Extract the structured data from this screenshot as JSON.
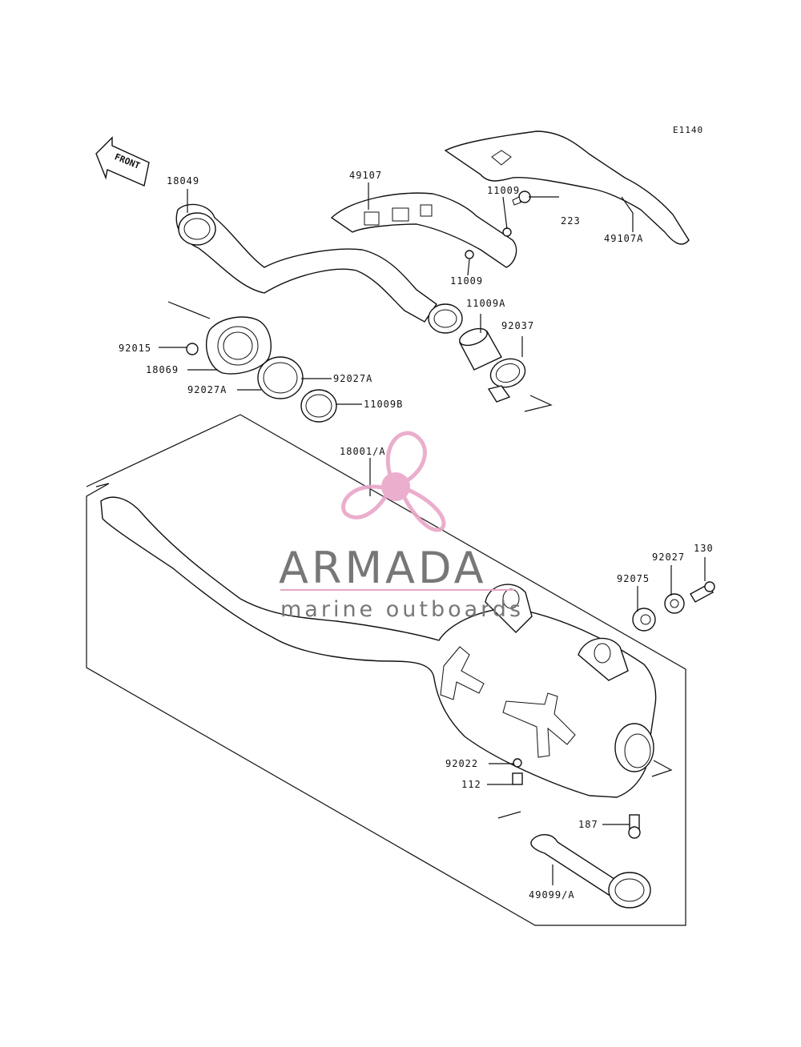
{
  "diagram_code": "E1140",
  "front_marker": "FRONT",
  "watermark": {
    "brand": "ARMADA",
    "tagline": "marine outboards",
    "logo_color": "#e9a6c8",
    "text_color": "#777777"
  },
  "labels": {
    "p18049": "18049",
    "p49107": "49107",
    "p49107a": "49107A",
    "p11009_top": "11009",
    "p223": "223",
    "p11009_bottom": "11009",
    "p11009a": "11009A",
    "p92037": "92037",
    "p92015": "92015",
    "p18069": "18069",
    "p92027a_right": "92027A",
    "p92027a_left": "92027A",
    "p11009b": "11009B",
    "p18001a": "18001/A",
    "p92027": "92027",
    "p130": "130",
    "p92075": "92075",
    "p92022": "92022",
    "p112": "112",
    "p187": "187",
    "p49099a": "49099/A"
  }
}
